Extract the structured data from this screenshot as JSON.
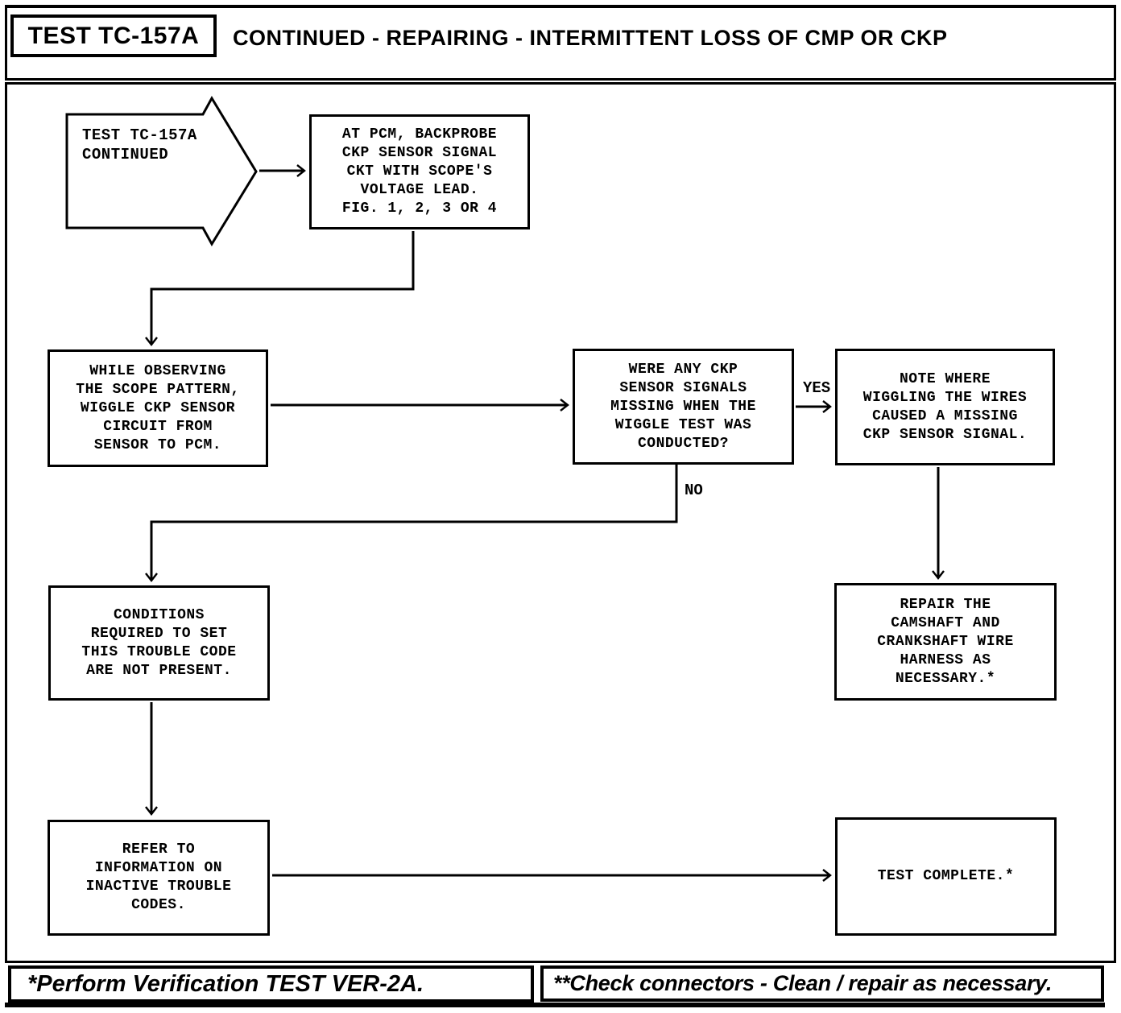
{
  "header": {
    "tag": "TEST TC-157A",
    "title": "CONTINUED - REPAIRING - INTERMITTENT LOSS OF CMP OR CKP"
  },
  "start": {
    "label": "TEST TC-157A\nCONTINUED"
  },
  "nodes": {
    "backprobe": "AT PCM, BACKPROBE\nCKP SENSOR SIGNAL\nCKT WITH SCOPE'S\nVOLTAGE LEAD.\nFIG. 1, 2, 3 OR 4",
    "wiggle": "WHILE OBSERVING\nTHE SCOPE PATTERN,\nWIGGLE CKP SENSOR\nCIRCUIT FROM\nSENSOR TO PCM.",
    "decision": "WERE ANY CKP\nSENSOR SIGNALS\nMISSING WHEN THE\nWIGGLE TEST WAS\nCONDUCTED?",
    "note_where": "NOTE WHERE\nWIGGLING THE WIRES\nCAUSED A MISSING\nCKP SENSOR SIGNAL.",
    "conditions": "CONDITIONS\nREQUIRED TO SET\nTHIS TROUBLE CODE\nARE NOT PRESENT.",
    "repair": "REPAIR THE\nCAMSHAFT AND\nCRANKSHAFT WIRE\nHARNESS AS\nNECESSARY.*",
    "refer": "REFER TO\nINFORMATION ON\nINACTIVE TROUBLE\nCODES.",
    "complete": "TEST COMPLETE.*"
  },
  "labels": {
    "yes": "YES",
    "no": "NO"
  },
  "footer": {
    "left": "*Perform Verification TEST VER-2A.",
    "right": "**Check connectors - Clean / repair as necessary."
  },
  "colors": {
    "ink": "#000000",
    "paper": "#ffffff"
  }
}
